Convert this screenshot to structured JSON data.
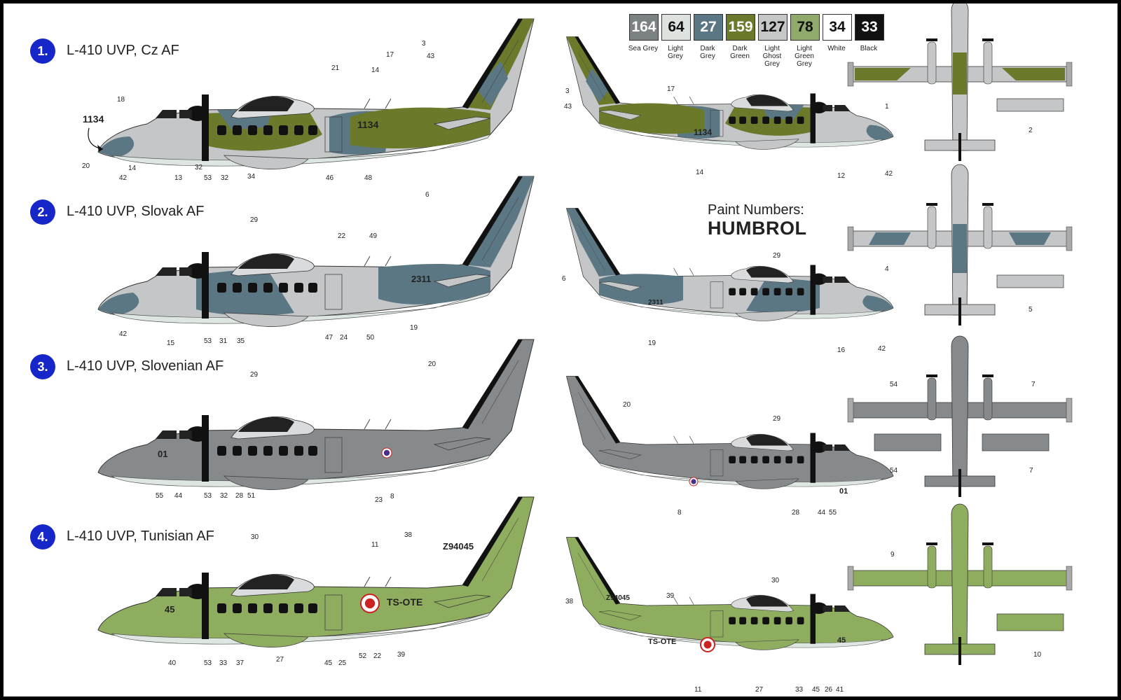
{
  "variants": [
    {
      "number": "1.",
      "title": "L-410 UVP, Cz AF"
    },
    {
      "number": "2.",
      "title": "L-410 UVP, Slovak AF"
    },
    {
      "number": "3.",
      "title": "L-410 UVP, Slovenian AF"
    },
    {
      "number": "4.",
      "title": "L-410 UVP, Tunisian AF"
    }
  ],
  "swatches": [
    {
      "code": "164",
      "name": "Sea Grey",
      "color": "#7c8184",
      "text_color": "#ffffff"
    },
    {
      "code": "64",
      "name": "Light Grey",
      "color": "#dfe3df",
      "text_color": "#111111"
    },
    {
      "code": "27",
      "name": "Dark Grey",
      "color": "#5b7784",
      "text_color": "#ffffff"
    },
    {
      "code": "159",
      "name": "Dark Green",
      "color": "#6a7a2a",
      "text_color": "#ffffff"
    },
    {
      "code": "127",
      "name": "Light Ghost Grey",
      "color": "#c6c8c8",
      "text_color": "#111111"
    },
    {
      "code": "78",
      "name": "Light Green Grey",
      "color": "#8faa6a",
      "text_color": "#111111"
    },
    {
      "code": "34",
      "name": "White",
      "color": "#ffffff",
      "text_color": "#111111"
    },
    {
      "code": "33",
      "name": "Black",
      "color": "#111111",
      "text_color": "#ffffff"
    }
  ],
  "paint_numbers": {
    "heading": "Paint Numbers:",
    "brand": "HUMBROL"
  },
  "aircraft_markings": {
    "cz_serial": "1134",
    "sk_serial": "2311",
    "si_code": "01",
    "tn_code": "45",
    "tn_registration": "TS-OTE",
    "tn_tail": "Z94045"
  },
  "callouts": {
    "row1_left": [
      "18",
      "1134",
      "20",
      "42",
      "14",
      "13",
      "32",
      "53",
      "32",
      "34",
      "21",
      "14",
      "3",
      "43",
      "17",
      "46",
      "48"
    ],
    "row1_right": [
      "3",
      "43",
      "17",
      "14",
      "12",
      "42",
      "1",
      "2"
    ],
    "row2_left": [
      "29",
      "22",
      "49",
      "6",
      "42",
      "15",
      "53",
      "31",
      "35",
      "47",
      "24",
      "50",
      "19"
    ],
    "row2_right": [
      "6",
      "29",
      "19",
      "16",
      "42",
      "4",
      "5"
    ],
    "row3_left": [
      "29",
      "20",
      "55",
      "44",
      "53",
      "32",
      "28",
      "51",
      "23",
      "8"
    ],
    "row3_right": [
      "20",
      "29",
      "8",
      "28",
      "44",
      "55",
      "54",
      "7",
      "54",
      "7"
    ],
    "row4_left": [
      "30",
      "38",
      "11",
      "40",
      "53",
      "33",
      "37",
      "27",
      "45",
      "25",
      "52",
      "22",
      "39"
    ],
    "row4_right": [
      "38",
      "39",
      "30",
      "11",
      "27",
      "33",
      "45",
      "26",
      "41",
      "9",
      "10"
    ]
  },
  "colors": {
    "camo_grey": "#c4c6c7",
    "camo_blue": "#5b7784",
    "camo_green": "#6a7a2a",
    "slovenian_grey": "#868a8d",
    "tunisian_green": "#8fad5f",
    "underside": "#dde6e0",
    "badge_blue": "#1626c9"
  }
}
